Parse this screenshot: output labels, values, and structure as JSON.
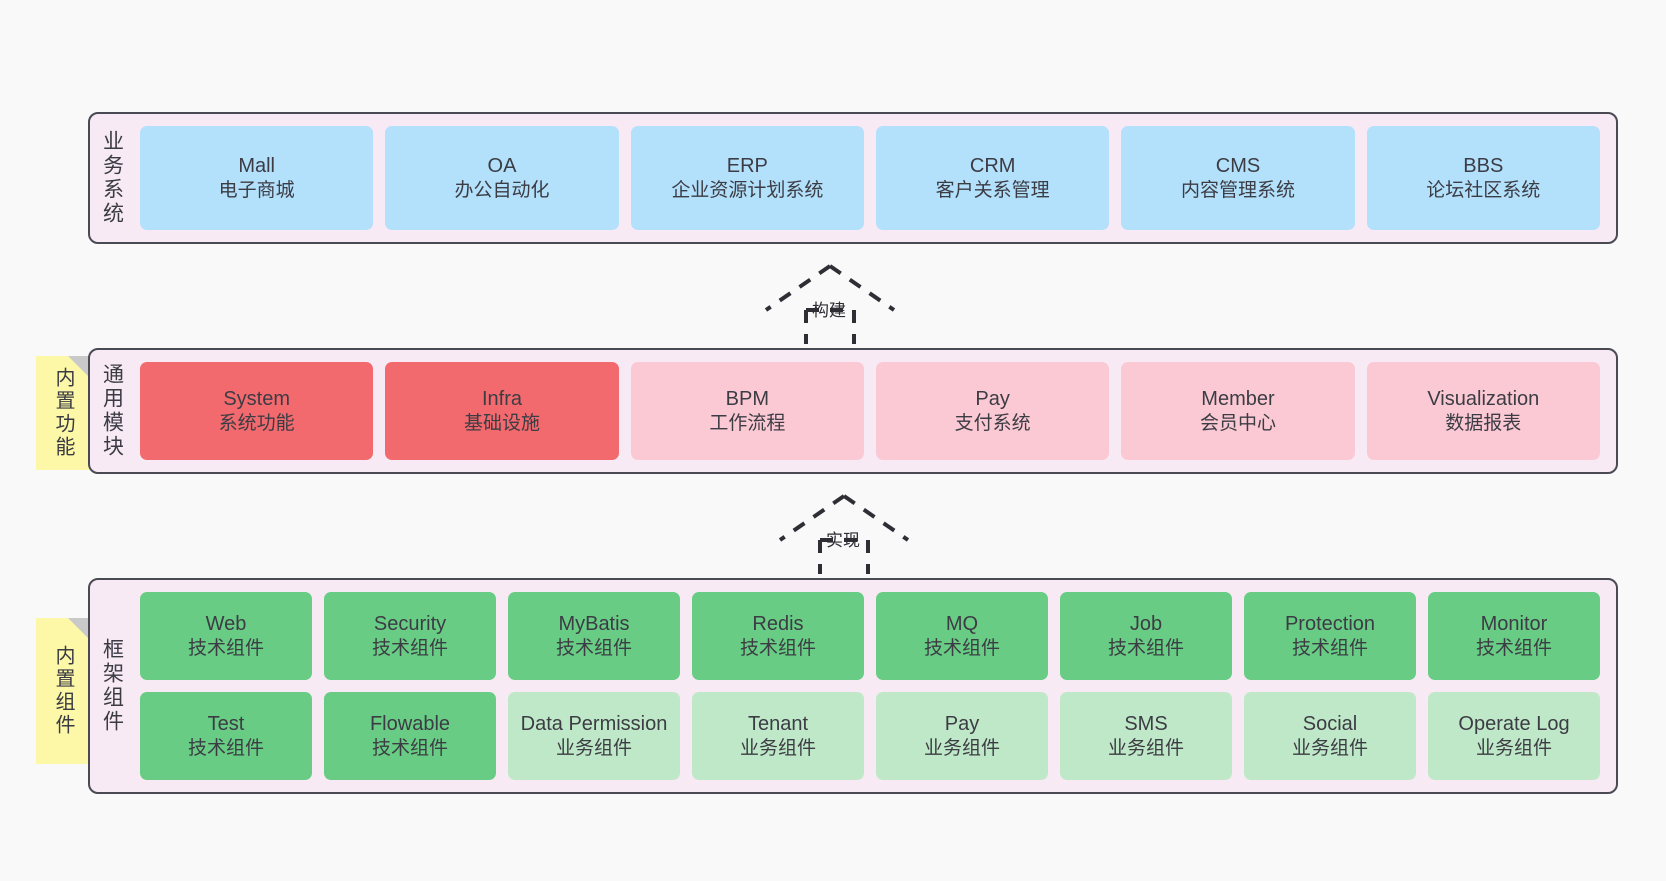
{
  "diagram": {
    "background_color": "#f9f9f9",
    "panel_color": "#f7eaf5",
    "note_color": "#fcf8a8",
    "colors": {
      "business_system": "#b3e0fb",
      "module_core": "#f26a6e",
      "module_optional": "#fbc9d4",
      "component_tech": "#68cc84",
      "component_business": "#bfe8c8"
    }
  },
  "layers": [
    {
      "id": "business-systems",
      "title": "业务系统",
      "note": null,
      "rows": [
        {
          "cards": [
            {
              "name": "Mall",
              "desc": "电子商城",
              "style": "blue"
            },
            {
              "name": "OA",
              "desc": "办公自动化",
              "style": "blue"
            },
            {
              "name": "ERP",
              "desc": "企业资源计划系统",
              "style": "blue"
            },
            {
              "name": "CRM",
              "desc": "客户关系管理",
              "style": "blue"
            },
            {
              "name": "CMS",
              "desc": "内容管理系统",
              "style": "blue"
            },
            {
              "name": "BBS",
              "desc": "论坛社区系统",
              "style": "blue"
            }
          ]
        }
      ]
    },
    {
      "id": "common-modules",
      "title": "通用模块",
      "note": "内置功能",
      "rows": [
        {
          "cards": [
            {
              "name": "System",
              "desc": "系统功能",
              "style": "red"
            },
            {
              "name": "Infra",
              "desc": "基础设施",
              "style": "red"
            },
            {
              "name": "BPM",
              "desc": "工作流程",
              "style": "pink"
            },
            {
              "name": "Pay",
              "desc": "支付系统",
              "style": "pink"
            },
            {
              "name": "Member",
              "desc": "会员中心",
              "style": "pink"
            },
            {
              "name": "Visualization",
              "desc": "数据报表",
              "style": "pink"
            }
          ]
        }
      ]
    },
    {
      "id": "framework-components",
      "title": "框架组件",
      "note": "内置组件",
      "rows": [
        {
          "cards": [
            {
              "name": "Web",
              "desc": "技术组件",
              "style": "green"
            },
            {
              "name": "Security",
              "desc": "技术组件",
              "style": "green"
            },
            {
              "name": "MyBatis",
              "desc": "技术组件",
              "style": "green"
            },
            {
              "name": "Redis",
              "desc": "技术组件",
              "style": "green"
            },
            {
              "name": "MQ",
              "desc": "技术组件",
              "style": "green"
            },
            {
              "name": "Job",
              "desc": "技术组件",
              "style": "green"
            },
            {
              "name": "Protection",
              "desc": "技术组件",
              "style": "green"
            },
            {
              "name": "Monitor",
              "desc": "技术组件",
              "style": "green"
            }
          ]
        },
        {
          "cards": [
            {
              "name": "Test",
              "desc": "技术组件",
              "style": "green"
            },
            {
              "name": "Flowable",
              "desc": "技术组件",
              "style": "green"
            },
            {
              "name": "Data Permission",
              "desc": "业务组件",
              "style": "greenlight"
            },
            {
              "name": "Tenant",
              "desc": "业务组件",
              "style": "greenlight"
            },
            {
              "name": "Pay",
              "desc": "业务组件",
              "style": "greenlight"
            },
            {
              "name": "SMS",
              "desc": "业务组件",
              "style": "greenlight"
            },
            {
              "name": "Social",
              "desc": "业务组件",
              "style": "greenlight"
            },
            {
              "name": "Operate Log",
              "desc": "业务组件",
              "style": "greenlight"
            }
          ]
        }
      ]
    }
  ],
  "connectors": [
    {
      "id": "build",
      "label": "构建",
      "from": "common-modules",
      "to": "business-systems"
    },
    {
      "id": "implement",
      "label": "实现",
      "from": "framework-components",
      "to": "common-modules"
    }
  ]
}
